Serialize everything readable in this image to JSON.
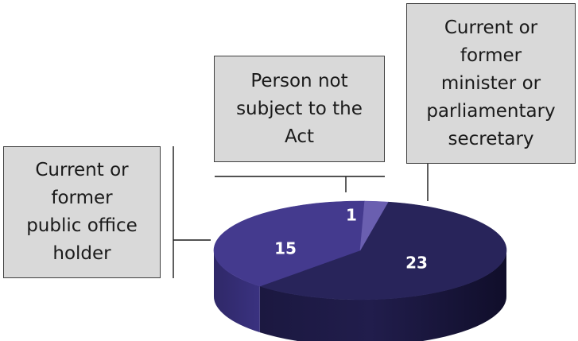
{
  "chart_data": {
    "type": "pie",
    "title": "",
    "slices": [
      {
        "label": "Current or former minister or parliamentary secretary",
        "value": 23,
        "color": "#28245a"
      },
      {
        "label": "Current or former public office holder",
        "value": 15,
        "color": "#443a8e"
      },
      {
        "label": "Person not subject to the Act",
        "value": 1,
        "color": "#6a5fb0"
      }
    ],
    "three_d": true,
    "legend": "none",
    "data_labels": [
      "23",
      "15",
      "1"
    ],
    "callouts": {
      "minister": "Current or\nformer\nminister or\nparliamentary\nsecretary",
      "public": "Current or\nformer\npublic office\nholder",
      "person": "Person not\nsubject to the\nAct"
    },
    "colors": {
      "callout_fill": "#d9d9d9",
      "leader_line": "#1a1a1a",
      "data_label": "#ffffff"
    }
  }
}
